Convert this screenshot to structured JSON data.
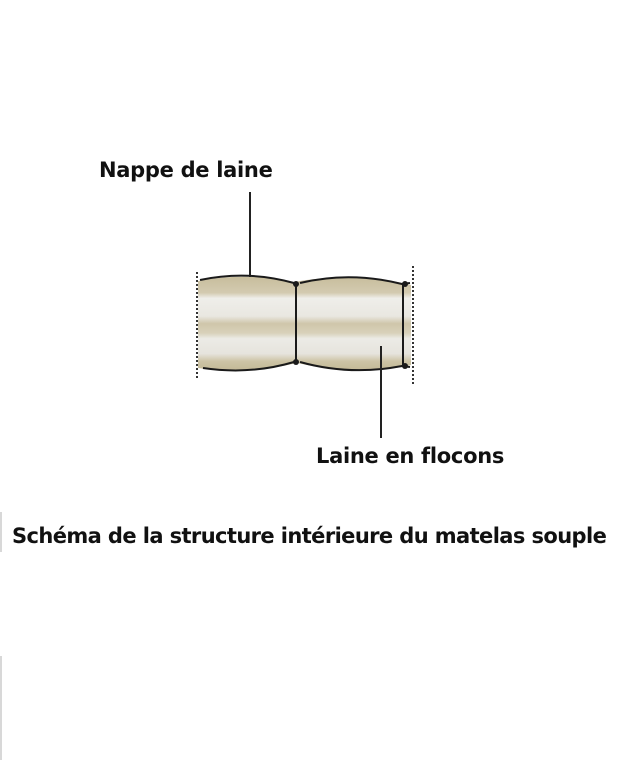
{
  "diagram": {
    "labels": {
      "top": "Nappe de laine",
      "bottom": "Laine en flocons"
    },
    "caption": "Schéma de la structure intérieure du matelas souple",
    "colors": {
      "wool_tan": "#c9bf9f",
      "wool_light": "#ecebe6",
      "outline": "#1a1a1a"
    }
  }
}
